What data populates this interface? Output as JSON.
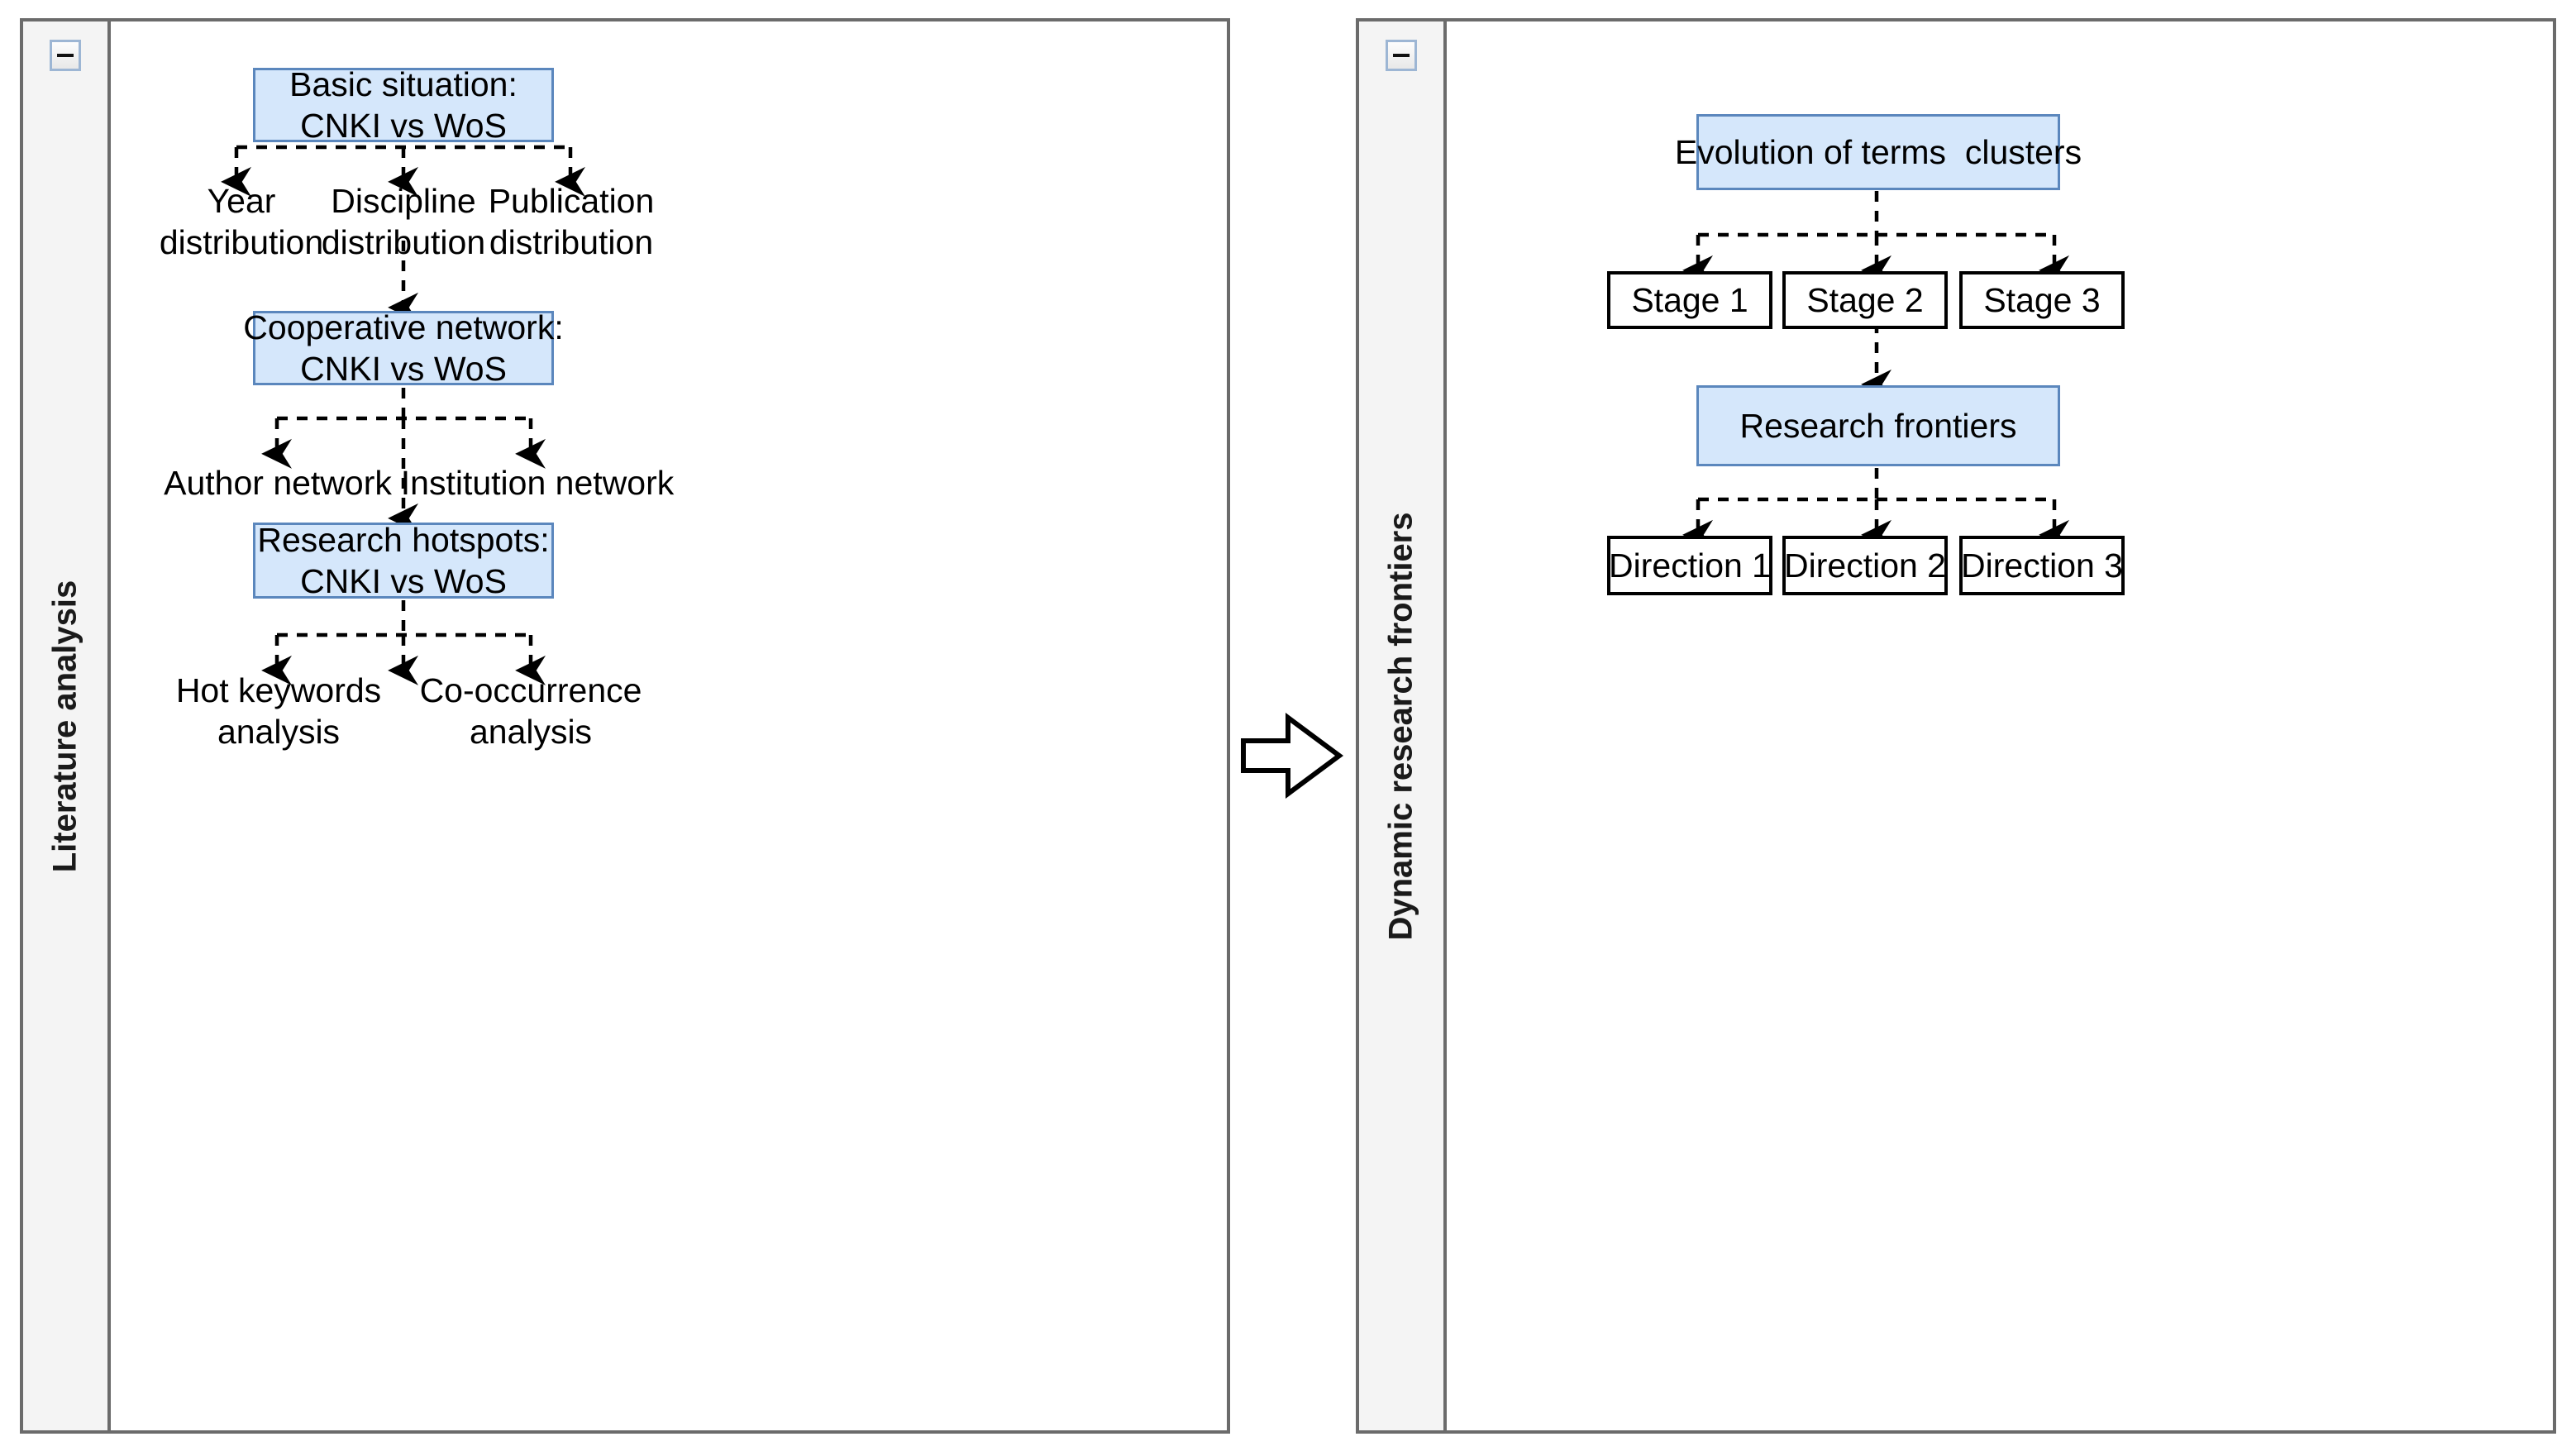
{
  "diagram": {
    "type": "flowchart",
    "title": "Research framework: Literature analysis and Dynamic research frontiers",
    "colors": {
      "node_fill_blue": "#d5e7fb",
      "node_border_blue": "#5b87bd",
      "node_fill_white": "#ffffff",
      "node_border_black": "#000000",
      "panel_border": "#6b6b6b",
      "panel_titlebar": "#f4f4f4",
      "connector": "#000000",
      "text": "#000000"
    },
    "connector_style": "dashed"
  },
  "left_panel": {
    "title": "Literature analysis",
    "collapse_icon": "minus-icon",
    "nodes": [
      {
        "id": "basic",
        "label": "Basic situation:\nCNKI vs WoS",
        "style": "blue-box"
      },
      {
        "id": "year",
        "label": "Year\ndistribution",
        "style": "label"
      },
      {
        "id": "discipline",
        "label": "Discipline\ndistribution",
        "style": "label"
      },
      {
        "id": "publication",
        "label": "Publication\ndistribution",
        "style": "label"
      },
      {
        "id": "coop",
        "label": "Cooperative network:\nCNKI vs WoS",
        "style": "blue-box"
      },
      {
        "id": "author",
        "label": "Author network",
        "style": "label"
      },
      {
        "id": "institution",
        "label": "Institution network",
        "style": "label"
      },
      {
        "id": "hotspots",
        "label": "Research hotspots:\nCNKI vs WoS",
        "style": "blue-box"
      },
      {
        "id": "hotkw",
        "label": "Hot keywords\nanalysis",
        "style": "label"
      },
      {
        "id": "cooccur",
        "label": "Co-occurrence\nanalysis",
        "style": "label"
      }
    ],
    "edges": [
      {
        "from": "basic",
        "to": "year"
      },
      {
        "from": "basic",
        "to": "discipline"
      },
      {
        "from": "basic",
        "to": "publication"
      },
      {
        "from": "discipline",
        "to": "coop"
      },
      {
        "from": "coop",
        "to": "author"
      },
      {
        "from": "coop",
        "to": "institution"
      },
      {
        "from": "coop",
        "to": "hotspots"
      },
      {
        "from": "hotspots",
        "to": "hotkw"
      },
      {
        "from": "hotspots",
        "to": "cooccur"
      }
    ]
  },
  "right_panel": {
    "title": "Dynamic research frontiers",
    "collapse_icon": "minus-icon",
    "nodes": [
      {
        "id": "evolution",
        "label": "Evolution of terms  clusters",
        "style": "blue-box"
      },
      {
        "id": "stage1",
        "label": "Stage 1",
        "style": "white-box"
      },
      {
        "id": "stage2",
        "label": "Stage 2",
        "style": "white-box"
      },
      {
        "id": "stage3",
        "label": "Stage 3",
        "style": "white-box"
      },
      {
        "id": "frontiers",
        "label": "Research frontiers",
        "style": "blue-box"
      },
      {
        "id": "dir1",
        "label": "Direction 1",
        "style": "white-box"
      },
      {
        "id": "dir2",
        "label": "Direction 2",
        "style": "white-box"
      },
      {
        "id": "dir3",
        "label": "Direction 3",
        "style": "white-box"
      }
    ],
    "edges": [
      {
        "from": "evolution",
        "to": "stage1"
      },
      {
        "from": "evolution",
        "to": "stage2"
      },
      {
        "from": "evolution",
        "to": "stage3"
      },
      {
        "from": "stage2",
        "to": "frontiers"
      },
      {
        "from": "frontiers",
        "to": "dir1"
      },
      {
        "from": "frontiers",
        "to": "dir2"
      },
      {
        "from": "frontiers",
        "to": "dir3"
      }
    ]
  },
  "flow_arrow": {
    "name": "right-block-arrow",
    "direction": "right",
    "from_panel": "Literature analysis",
    "to_panel": "Dynamic research frontiers"
  }
}
